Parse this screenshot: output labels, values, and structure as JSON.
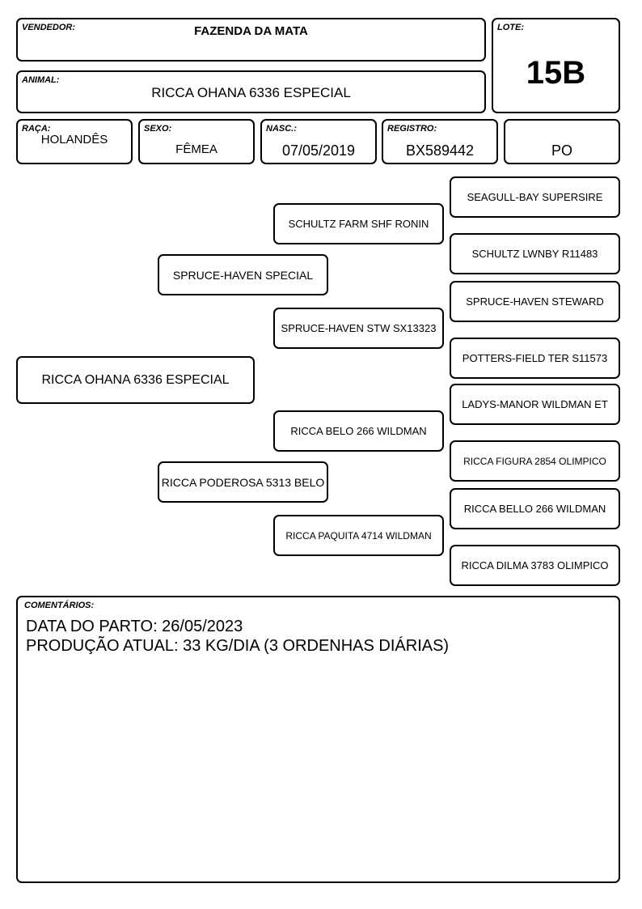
{
  "header": {
    "vendedor_label": "VENDEDOR:",
    "vendedor": "FAZENDA DA MATA",
    "lote_label": "LOTE:",
    "lote": "15B",
    "animal_label": "ANIMAL:",
    "animal": "RICCA OHANA 6336 ESPECIAL"
  },
  "info": {
    "raca_label": "RAÇA:",
    "raca": "HOLANDÊS",
    "sexo_label": "SEXO:",
    "sexo": "FÊMEA",
    "nasc_label": "NASC.:",
    "nasc": "07/05/2019",
    "registro_label": "REGISTRO:",
    "registro": "BX589442",
    "categoria": "PO"
  },
  "pedigree": {
    "animal": "RICCA OHANA 6336 ESPECIAL",
    "sire": "SPRUCE-HAVEN SPECIAL",
    "dam": "RICCA PODEROSA 5313 BELO",
    "sire_sire": "SCHULTZ FARM SHF RONIN",
    "sire_dam": "SPRUCE-HAVEN STW SX13323",
    "dam_sire": "RICCA BELO 266 WILDMAN",
    "dam_dam": "RICCA PAQUITA 4714 WILDMAN",
    "gg1": "SEAGULL-BAY SUPERSIRE",
    "gg2": "SCHULTZ LWNBY R11483",
    "gg3": "SPRUCE-HAVEN STEWARD",
    "gg4": "POTTERS-FIELD TER S11573",
    "gg5": "LADYS-MANOR WILDMAN ET",
    "gg6": "RICCA FIGURA 2854 OLIMPICO",
    "gg7": "RICCA BELLO 266 WILDMAN",
    "gg8": "RICCA DILMA 3783 OLIMPICO"
  },
  "comments": {
    "label": "COMENTÁRIOS:",
    "line1": "DATA DO PARTO: 26/05/2023",
    "line2": "PRODUÇÃO ATUAL: 33 KG/DIA (3 ORDENHAS DIÁRIAS)"
  }
}
